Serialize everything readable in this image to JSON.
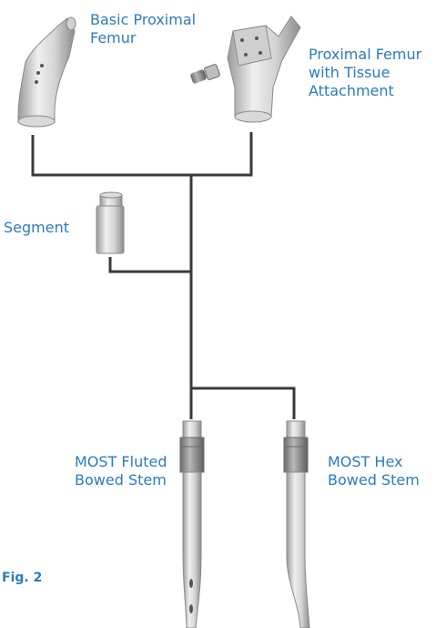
{
  "labels": {
    "basic_proximal_femur": "Basic Proximal\nFemur",
    "proximal_femur_tissue": "Proximal Femur\nwith Tissue\nAttachment",
    "segment": "Segment",
    "most_fluted": "MOST Fluted\nBowed Stem",
    "most_hex": "MOST Hex\nBowed Stem",
    "figure": "Fig. 2"
  },
  "colors": {
    "label": "#2a7bbf",
    "connector": "#3a3a3a",
    "metal_light": "#e6e6e6",
    "metal_mid": "#bdbdbd",
    "metal_dark": "#7a7a7a"
  }
}
